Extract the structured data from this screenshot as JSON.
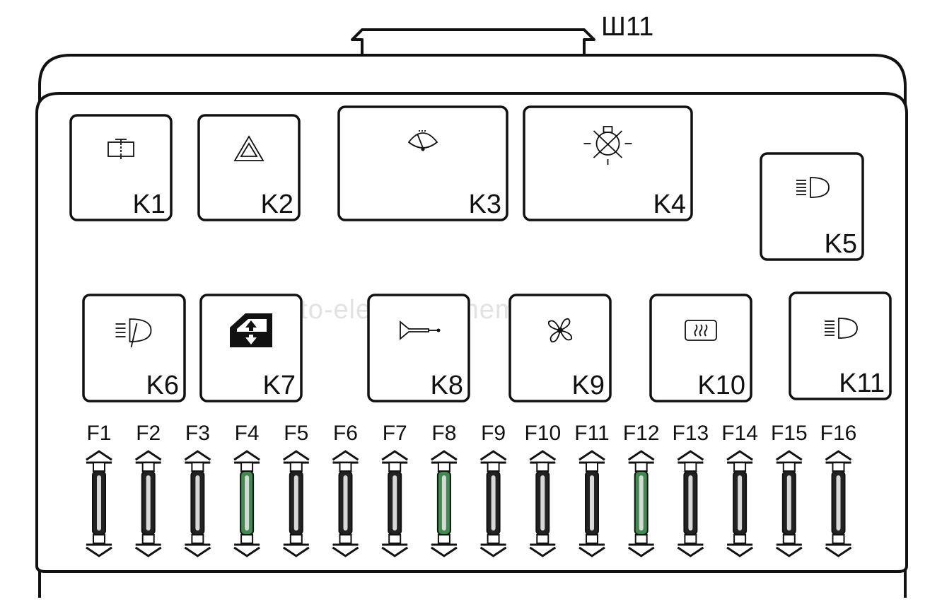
{
  "connector": {
    "label": "Ш11"
  },
  "watermark": "avto-elektrika-shema.ru",
  "relays": [
    {
      "id": "K1",
      "label": "K1",
      "icon": "rear-washer-icon"
    },
    {
      "id": "K2",
      "label": "K2",
      "icon": "hazard-triangle-icon"
    },
    {
      "id": "K3",
      "label": "K3",
      "icon": "windshield-wiper-icon"
    },
    {
      "id": "K4",
      "label": "K4",
      "icon": "lamp-failure-icon"
    },
    {
      "id": "K5",
      "label": "K5",
      "icon": "high-beam-icon"
    },
    {
      "id": "K6",
      "label": "K6",
      "icon": "headlight-washer-icon"
    },
    {
      "id": "K7",
      "label": "K7",
      "icon": "power-window-icon"
    },
    {
      "id": "K8",
      "label": "K8",
      "icon": "horn-icon"
    },
    {
      "id": "K9",
      "label": "K9",
      "icon": "fan-icon"
    },
    {
      "id": "K10",
      "label": "K10",
      "icon": "rear-defrost-icon"
    },
    {
      "id": "K11",
      "label": "K11",
      "icon": "low-beam-icon"
    }
  ],
  "fuses": [
    {
      "label": "F1",
      "color": "#222222"
    },
    {
      "label": "F2",
      "color": "#222222"
    },
    {
      "label": "F3",
      "color": "#222222"
    },
    {
      "label": "F4",
      "color": "#3f8a4f"
    },
    {
      "label": "F5",
      "color": "#222222"
    },
    {
      "label": "F6",
      "color": "#222222"
    },
    {
      "label": "F7",
      "color": "#222222"
    },
    {
      "label": "F8",
      "color": "#3f8a4f"
    },
    {
      "label": "F9",
      "color": "#222222"
    },
    {
      "label": "F10",
      "color": "#222222"
    },
    {
      "label": "F11",
      "color": "#222222"
    },
    {
      "label": "F12",
      "color": "#3f8a4f"
    },
    {
      "label": "F13",
      "color": "#222222"
    },
    {
      "label": "F14",
      "color": "#222222"
    },
    {
      "label": "F15",
      "color": "#222222"
    },
    {
      "label": "F16",
      "color": "#222222"
    }
  ]
}
